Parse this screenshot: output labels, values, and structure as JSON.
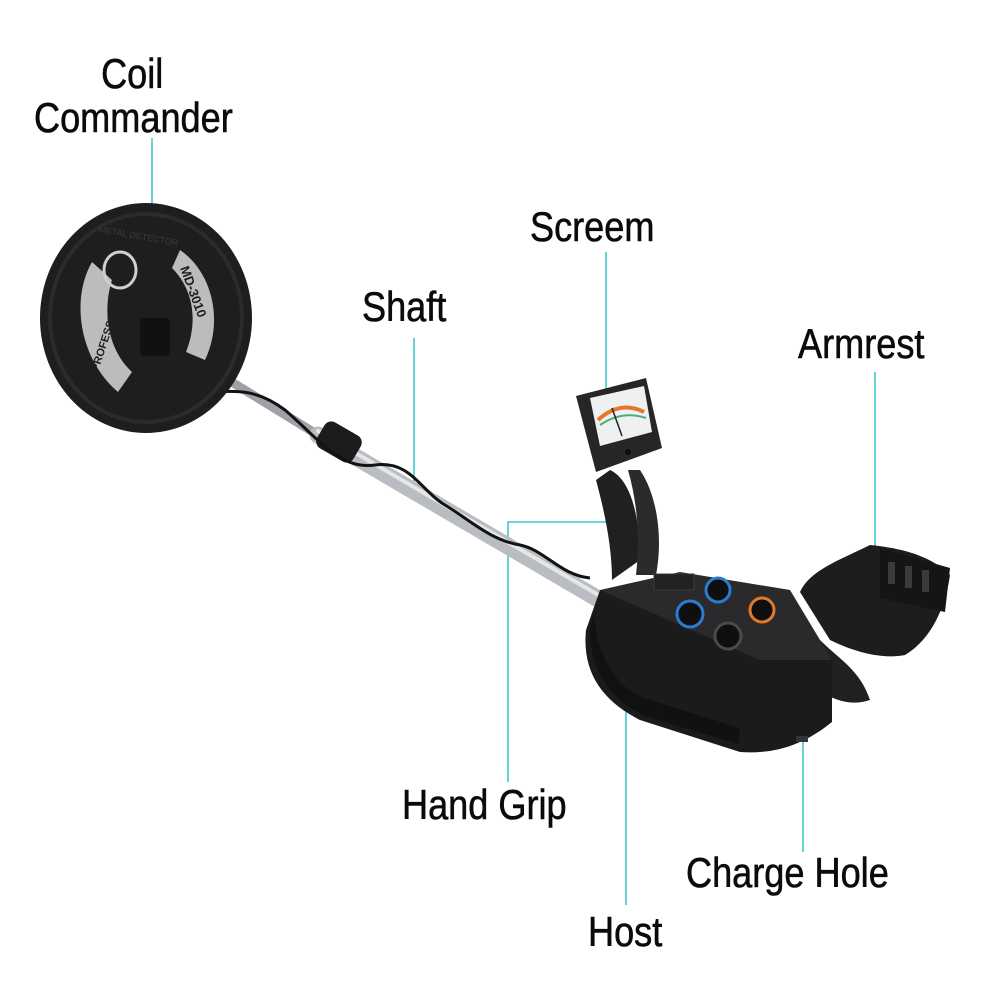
{
  "colors": {
    "leader": "#3fc8cf",
    "body": "#1b1b1c",
    "body_edge": "#2e2e30",
    "shaft": "#b9bcc0",
    "shaft_dark": "#7c8086",
    "coil": "#1e1e1f",
    "coil_print": "#d8d8d8",
    "knob_blue": "#2b7bd0",
    "knob_orange": "#e07a2a",
    "meter_face": "#eef0f2"
  },
  "labels": {
    "coil": {
      "line1": "Coil",
      "line2": "Commander"
    },
    "shaft": "Shaft",
    "screen": "Screem",
    "armrest": "Armrest",
    "hand_grip": "Hand Grip",
    "charge_hole": "Charge Hole",
    "host": "Host"
  },
  "coil_print": {
    "left": "PROFESSIONAL",
    "right": "MD-3010",
    "top": "METAL DETECTOR"
  }
}
